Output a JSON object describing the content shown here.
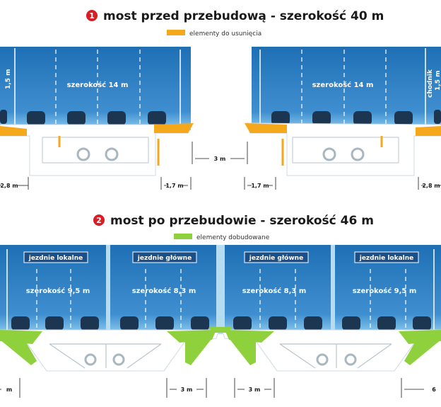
{
  "colors": {
    "lane_dark": "#1f6fb5",
    "lane_light": "#6fb8e8",
    "deck": "#ffffff",
    "removed": "#f5a81c",
    "added": "#8fd13c",
    "badge": "#d81e24",
    "car": "#1c3550"
  },
  "section1": {
    "number": "1",
    "title": "most przed przebudową - szerokość 40 m",
    "legend": "elementy do usunięcia",
    "left": {
      "sidewalk_label": "1,5 m",
      "road_width": "szerokość 14 m",
      "dim_outer": "2,8 m",
      "dim_inner": "1,7 m"
    },
    "gap": "3 m",
    "right": {
      "road_width": "szerokość 14 m",
      "sidewalk_label": "chodnik",
      "sidewalk_width": "1,5 m",
      "dim_inner": "1,7 m",
      "dim_outer": "2,8 m"
    }
  },
  "section2": {
    "number": "2",
    "title": "most po przebudowie - szerokość 46 m",
    "legend": "elementy dobudowane",
    "lanes": [
      {
        "label": "jezdnie lokalne",
        "width": "szerokość 9,5 m"
      },
      {
        "label": "jezdnie główne",
        "width": "szerokość 8,3 m"
      },
      {
        "label": "jezdnie główne",
        "width": "szerokość 8,3 m"
      },
      {
        "label": "jezdnie lokalne",
        "width": "szerokość 9,5 m"
      }
    ],
    "dim_left": "m",
    "gap_left": "3 m",
    "gap_right": "3 m",
    "dim_right": "6"
  }
}
